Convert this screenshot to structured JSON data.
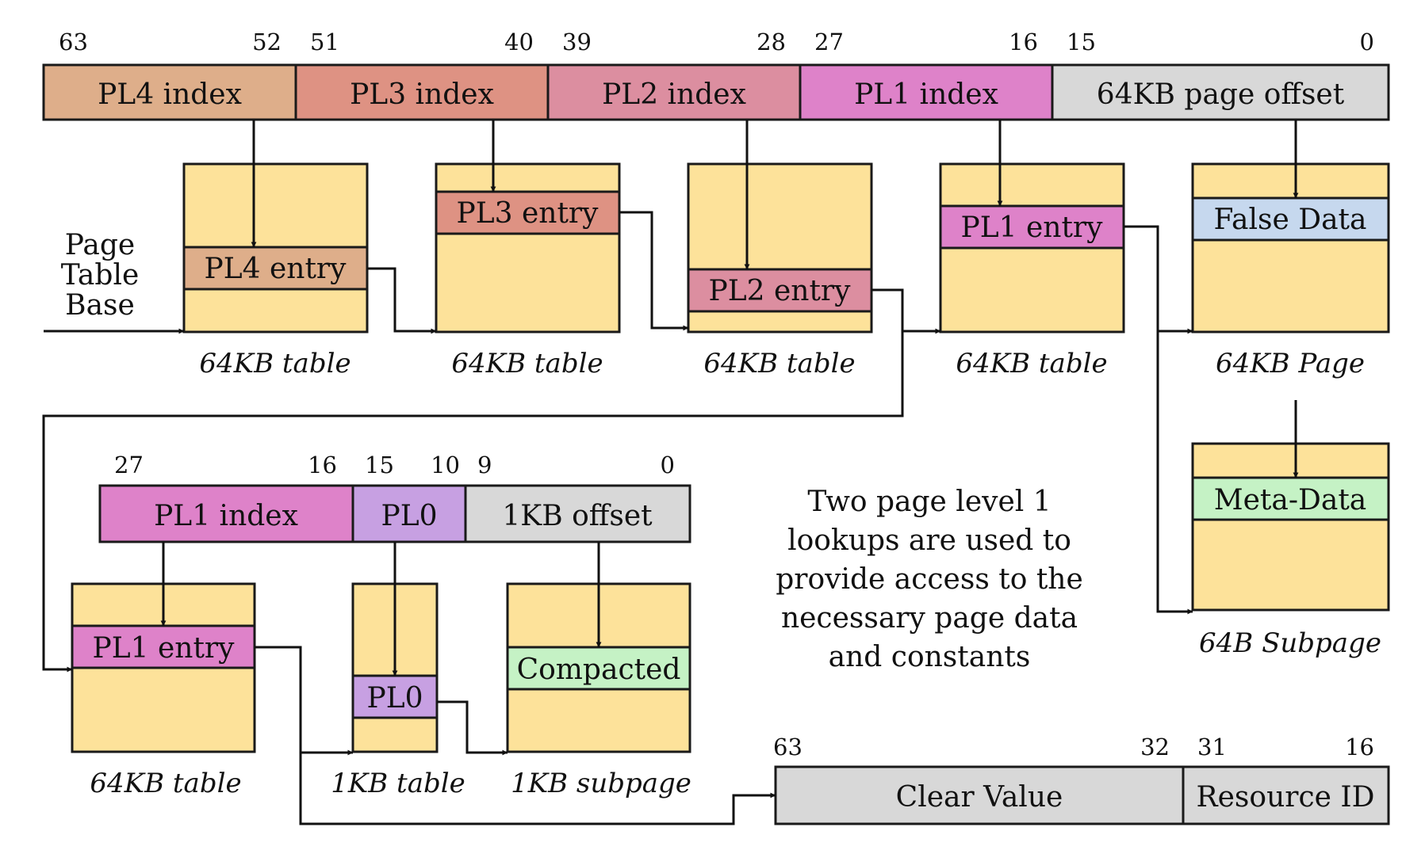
{
  "colors": {
    "pl4": "#deae8a",
    "pl3": "#de9283",
    "pl2": "#dc8ea0",
    "pl1": "#de82c9",
    "pl0": "#c7a0e2",
    "offset": "#d8d8d8",
    "table": "#fde29a",
    "false_data": "#c6d8ee",
    "meta": "#c5f2c5",
    "compacted": "#c5f2c5",
    "stroke": "#1a1a1a"
  },
  "top_address": {
    "bit_labels": [
      "63",
      "52",
      "51",
      "40",
      "39",
      "28",
      "27",
      "16",
      "15",
      "0"
    ],
    "fields": [
      "PL4 index",
      "PL3 index",
      "PL2 index",
      "PL1 index",
      "64KB page offset"
    ]
  },
  "page_table_base": [
    "Page",
    "Table",
    "Base"
  ],
  "top_tables": {
    "entries": [
      "PL4 entry",
      "PL3 entry",
      "PL2 entry",
      "PL1 entry"
    ],
    "captions": [
      "64KB table",
      "64KB table",
      "64KB table",
      "64KB table"
    ],
    "page_entry": "False Data",
    "page_caption": "64KB Page"
  },
  "subpage": {
    "entry": "Meta-Data",
    "caption": "64B Subpage"
  },
  "bottom_address": {
    "bit_labels": [
      "27",
      "16",
      "15",
      "10",
      "9",
      "0"
    ],
    "fields": [
      "PL1 index",
      "PL0",
      "1KB offset"
    ]
  },
  "bottom_tables": {
    "entries": [
      "PL1 entry",
      "PL0",
      "Compacted"
    ],
    "captions": [
      "64KB table",
      "1KB table",
      "1KB subpage"
    ]
  },
  "note_lines": [
    "Two page level 1",
    "lookups are used to",
    "provide access to the",
    "necessary page data",
    "and constants"
  ],
  "clear_address": {
    "bit_labels": [
      "63",
      "32",
      "31",
      "16"
    ],
    "fields": [
      "Clear Value",
      "Resource ID"
    ]
  }
}
